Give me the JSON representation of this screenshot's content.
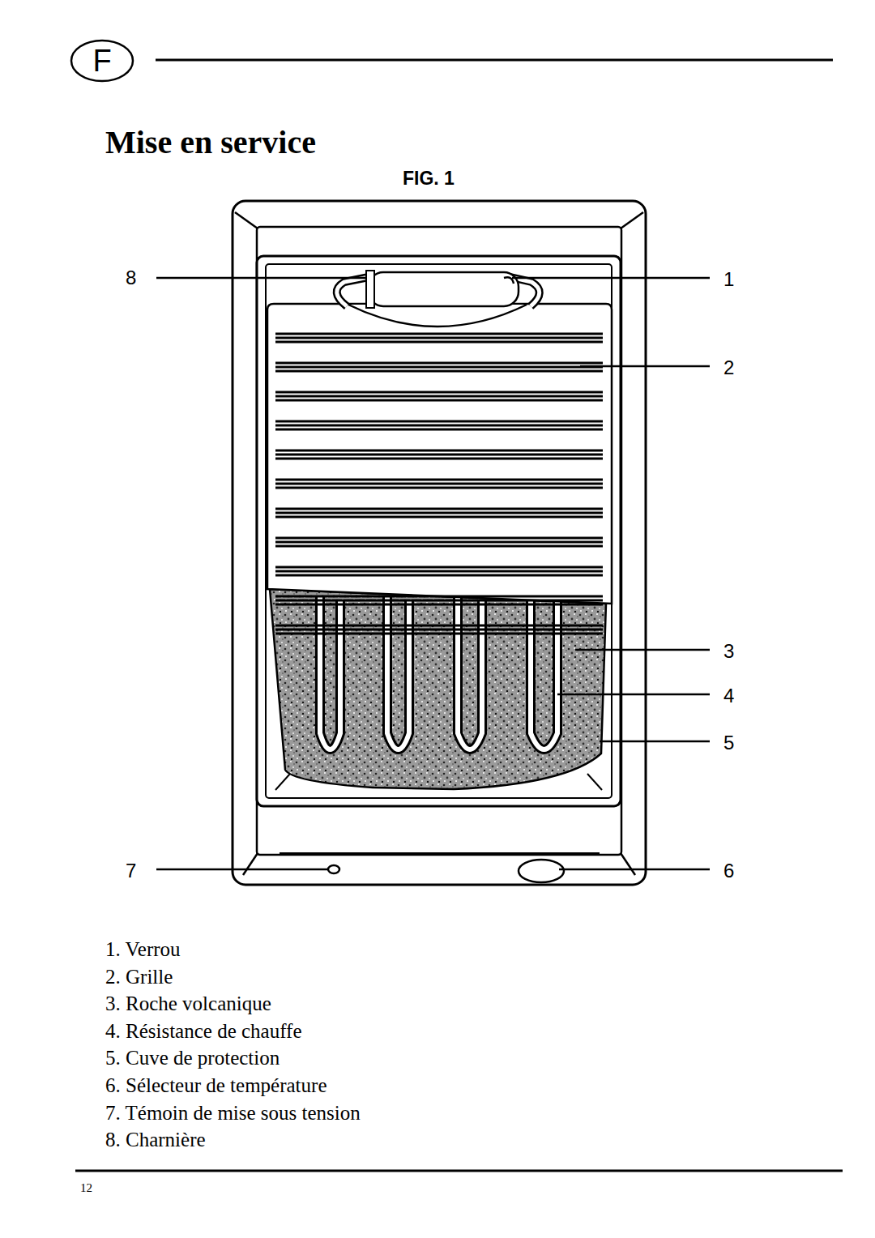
{
  "diagram": {
    "title": "Mise en service",
    "nodes": [
      {
        "text": [
          "F"
        ]
      }
    ],
    "edges": [],
    "labels": [
      "FIG. 1",
      "8",
      "1",
      "2",
      "3",
      "4",
      "5",
      "7",
      "6",
      "1. Verrou",
      "2. Grille",
      "3. Roche volcanique",
      "4. Résistance de chauffe",
      "5. Cuve de protection",
      "6. Sélecteur de température",
      "7. Témoin de mise sous tension",
      "8. Charnière",
      "12"
    ]
  }
}
